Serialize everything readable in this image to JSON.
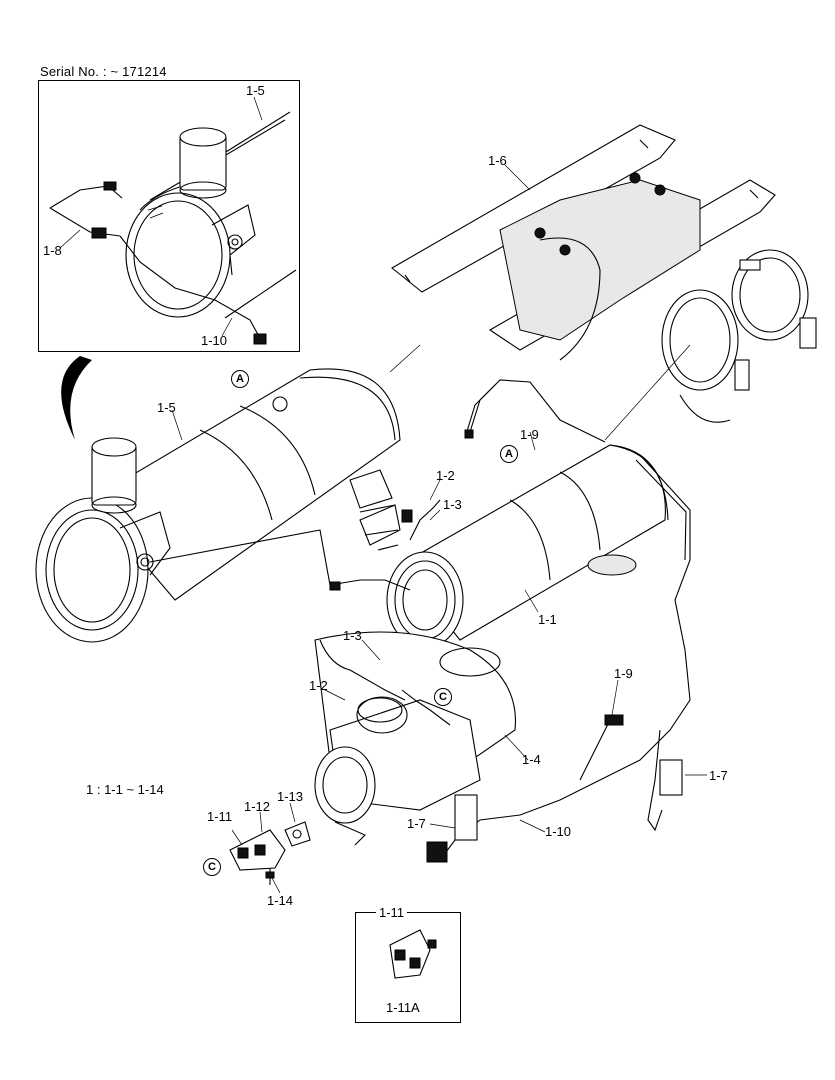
{
  "serial_label": "Serial No. : ~ 171214",
  "inset_bottom_title": "1-11",
  "summary_label": "1 : 1-1 ~ 1-14",
  "parts": {
    "p1_5_inset": "1-5",
    "p1_8": "1-8",
    "p1_10_inset": "1-10",
    "p1_6": "1-6",
    "p1_5": "1-5",
    "p1_9": "1-9",
    "p1_2_top": "1-2",
    "p1_3_top": "1-3",
    "p1_1": "1-1",
    "p1_3_mid": "1-3",
    "p1_2_mid": "1-2",
    "p1_4": "1-4",
    "p1_9_right": "1-9",
    "p1_7_right": "1-7",
    "p1_7_left": "1-7",
    "p1_10": "1-10",
    "p1_11": "1-11",
    "p1_12": "1-12",
    "p1_13": "1-13",
    "p1_14": "1-14",
    "p1_11A": "1-11A"
  },
  "callouts": {
    "a_top": "A",
    "a_right": "A",
    "c_mid": "C",
    "c_left": "C"
  }
}
